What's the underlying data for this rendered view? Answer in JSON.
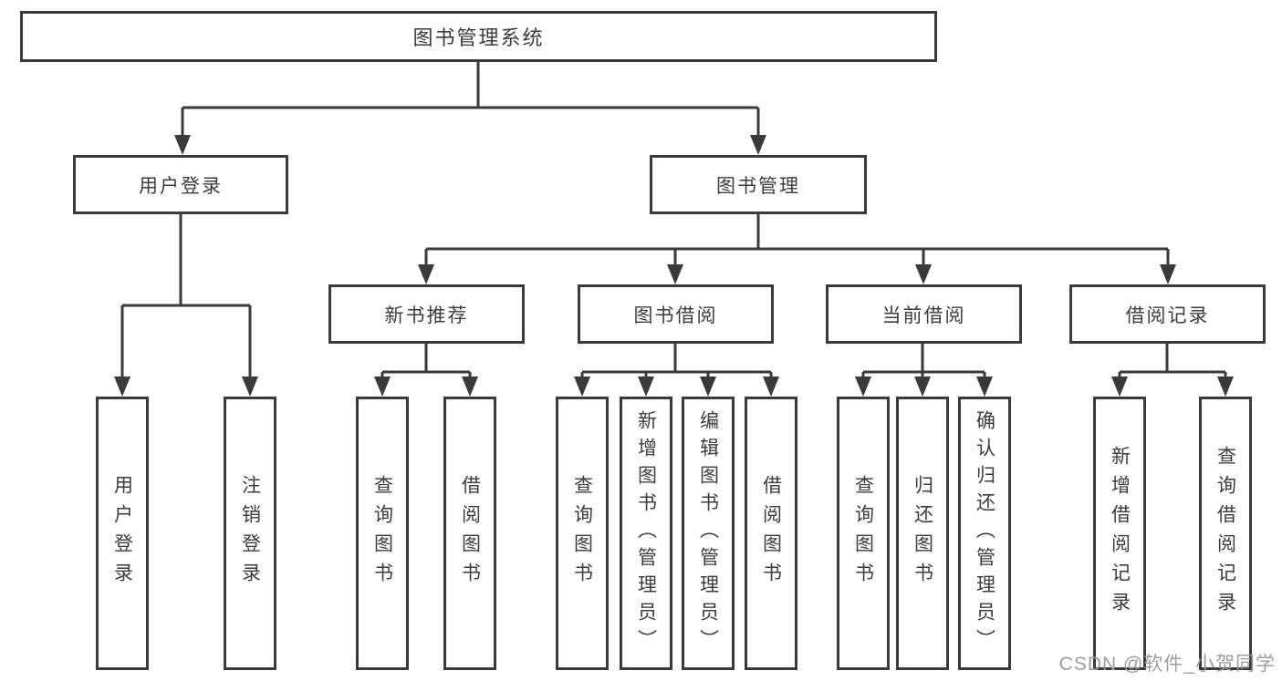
{
  "tree": {
    "root": {
      "label": "图书管理系统",
      "children": [
        {
          "label": "用户登录",
          "children": [
            {
              "label": "用户登录"
            },
            {
              "label": "注销登录"
            }
          ]
        },
        {
          "label": "图书管理",
          "children": [
            {
              "label": "新书推荐",
              "children": [
                {
                  "label": "查询图书"
                },
                {
                  "label": "借阅图书"
                }
              ]
            },
            {
              "label": "图书借阅",
              "children": [
                {
                  "label": "查询图书"
                },
                {
                  "label": "新增图书（管理员）"
                },
                {
                  "label": "编辑图书（管理员）"
                },
                {
                  "label": "借阅图书"
                }
              ]
            },
            {
              "label": "当前借阅",
              "children": [
                {
                  "label": "查询图书"
                },
                {
                  "label": "归还图书"
                },
                {
                  "label": "确认归还（管理员）"
                }
              ]
            },
            {
              "label": "借阅记录",
              "children": [
                {
                  "label": "新增借阅记录"
                },
                {
                  "label": "查询借阅记录"
                }
              ]
            }
          ]
        }
      ]
    }
  },
  "watermark": {
    "text": "CSDN @软件_小贺同学"
  },
  "colors": {
    "line": "#3a3a3c",
    "text": "#3c3c3e",
    "watermark": "#9e9e9e",
    "background": "#ffffff"
  }
}
